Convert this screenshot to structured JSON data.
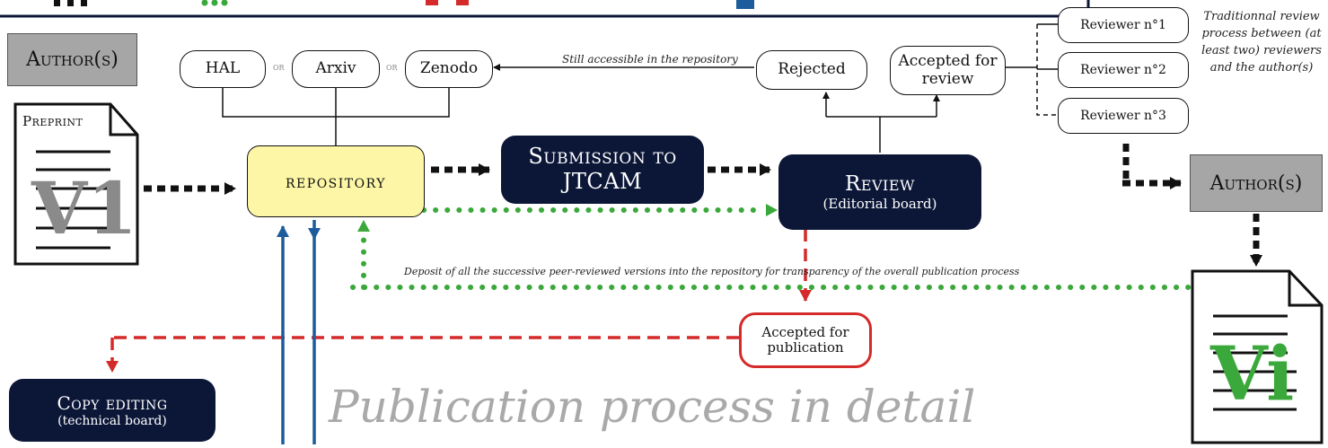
{
  "authors_top": "Author(s)",
  "authors_right": "Author(s)",
  "preprint_label": "Preprint",
  "doc_v1": "V1",
  "doc_vi": "Vi",
  "repos": {
    "hal": "HAL",
    "arxiv": "Arxiv",
    "zenodo": "Zenodo",
    "or": "OR"
  },
  "repository": "repository",
  "submission": "Submission to JTCAM",
  "review": {
    "title": "Review",
    "subtitle": "(Editorial board)"
  },
  "rejected": "Rejected",
  "accepted_review": "Accepted for review",
  "still_accessible": "Still accessible in the repository",
  "reviewers": [
    "Reviewer n°1",
    "Reviewer n°2",
    "Reviewer n°3"
  ],
  "traditional_note": "Traditionnal review process between (at least two) reviewers and the author(s)",
  "deposit_note": "Deposit of all the successive peer-reviewed versions into the repository for transparency of the overall publication process",
  "accepted_publication": "Accepted for publication",
  "copy_editing": {
    "title": "Copy editing",
    "subtitle": "(technical board)"
  },
  "process_title": "Publication process in detail",
  "colors": {
    "navy": "#0c1738",
    "repository_fill": "#fcf6a6",
    "green_dots": "#3aa83a",
    "red_dash": "#d42a2a",
    "blue_line": "#1c5c9c",
    "grey_box": "#a6a6a6"
  }
}
